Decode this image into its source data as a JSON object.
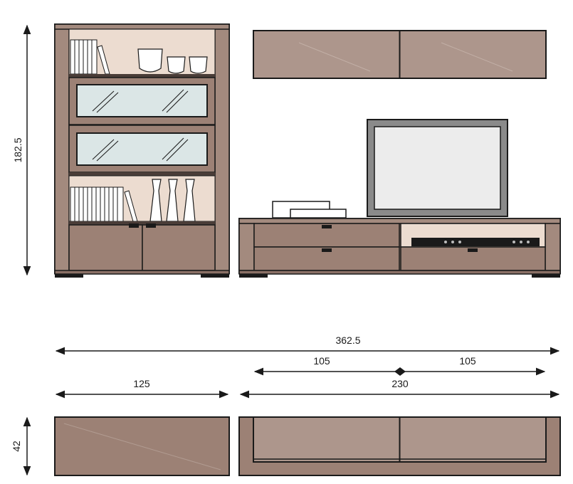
{
  "dimensions": {
    "height_total": "182.5",
    "width_total": "362.5",
    "width_left_unit": "125",
    "width_right_unit": "230",
    "width_right_half_a": "105",
    "width_right_half_b": "105",
    "depth": "42"
  },
  "colors": {
    "wood": "#9c8175",
    "wood_light": "#ad968c",
    "inner_back": "#ecdcd0",
    "glass": "#dbe6e6",
    "outline": "#1a1a1a",
    "tv_frame": "#8a8a8a",
    "tv_screen": "#ececec"
  }
}
